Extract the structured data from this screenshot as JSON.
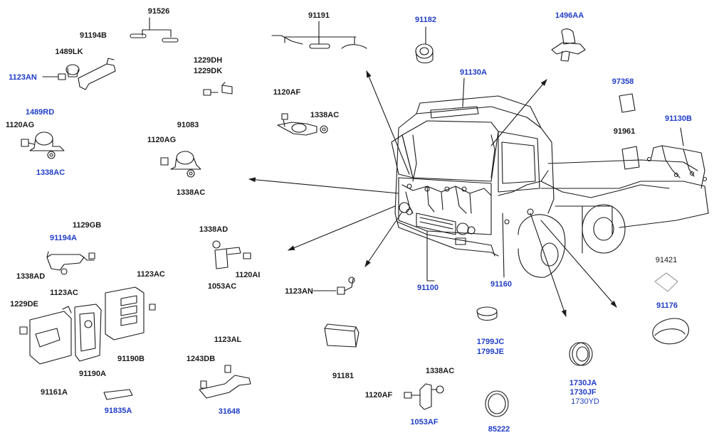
{
  "labels": {
    "p91526": "91526",
    "p91194B": "91194B",
    "p1489LK": "1489LK",
    "p1123AN_top": "1123AN",
    "p1229DH": "1229DH",
    "p1229DK": "1229DK",
    "p91191": "91191",
    "p91182": "91182",
    "p1496AA": "1496AA",
    "p91130A": "91130A",
    "p97358": "97358",
    "p1489RD": "1489RD",
    "p1120AG_left": "1120AG",
    "p1338AC_left": "1338AC",
    "p1120AF_top": "1120AF",
    "p1338AC_mid": "1338AC",
    "p91083": "91083",
    "p1120AG_mid": "1120AG",
    "p1338AC_mid2": "1338AC",
    "p91961": "91961",
    "p91130B": "91130B",
    "p1338AD_mid": "1338AD",
    "p1120AI": "1120AI",
    "p1053AC": "1053AC",
    "p1129GB": "1129GB",
    "p91194A": "91194A",
    "p1338AD_left": "1338AD",
    "p1123AN_mid": "1123AN",
    "p91100": "91100",
    "p91160": "91160",
    "p91421": "91421",
    "p91176": "91176",
    "p1123AC_right": "1123AC",
    "p1123AC_left": "1123AC",
    "p1229DE": "1229DE",
    "p91190B": "91190B",
    "p91190A": "91190A",
    "p91161A": "91161A",
    "p1799JC": "1799JC",
    "p1799JE": "1799JE",
    "p1123AL": "1123AL",
    "p1243DB": "1243DB",
    "p31648": "31648",
    "p91181": "91181",
    "p1338AC_bottom": "1338AC",
    "p1120AF_bottom": "1120AF",
    "p1053AF": "1053AF",
    "p85222": "85222",
    "p1730JA": "1730JA",
    "p1730JF": "1730JF",
    "p1730YD": "1730YD",
    "p91835A": "91835A"
  },
  "colors": {
    "line": "#1a1a1a",
    "label_blue": "#1f3cc8",
    "label_black": "#1a1a1a"
  }
}
